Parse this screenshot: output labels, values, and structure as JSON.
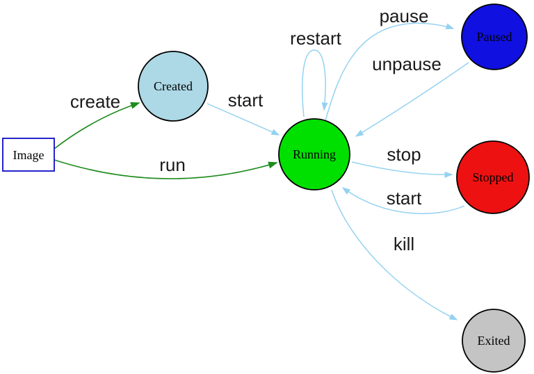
{
  "colors": {
    "background": "#ffffff",
    "state_edge": "#94d2f0",
    "command_edge": "#1e8c1e",
    "node_border": "#000000",
    "image_border": "#2323cc"
  },
  "nodes": {
    "image": {
      "label": "Image",
      "shape": "rectangle",
      "fill": "#ffffff",
      "border": "#2323cc"
    },
    "created": {
      "label": "Created",
      "shape": "circle",
      "fill": "#add8e6"
    },
    "running": {
      "label": "Running",
      "shape": "circle",
      "fill": "#00e000"
    },
    "paused": {
      "label": "Paused",
      "shape": "circle",
      "fill": "#1010e0"
    },
    "stopped": {
      "label": "Stopped",
      "shape": "circle",
      "fill": "#ee1111"
    },
    "exited": {
      "label": "Exited",
      "shape": "circle",
      "fill": "#c4c4c4"
    }
  },
  "edges": {
    "create": {
      "label": "create",
      "from": "Image",
      "to": "Created",
      "color": "#1e8c1e"
    },
    "run": {
      "label": "run",
      "from": "Image",
      "to": "Running",
      "color": "#1e8c1e"
    },
    "start_created": {
      "label": "start",
      "from": "Created",
      "to": "Running",
      "color": "#94d2f0"
    },
    "restart": {
      "label": "restart",
      "from": "Running",
      "to": "Running",
      "color": "#94d2f0"
    },
    "pause": {
      "label": "pause",
      "from": "Running",
      "to": "Paused",
      "color": "#94d2f0"
    },
    "unpause": {
      "label": "unpause",
      "from": "Paused",
      "to": "Running",
      "color": "#94d2f0"
    },
    "stop": {
      "label": "stop",
      "from": "Running",
      "to": "Stopped",
      "color": "#94d2f0"
    },
    "start_stopped": {
      "label": "start",
      "from": "Stopped",
      "to": "Running",
      "color": "#94d2f0"
    },
    "kill": {
      "label": "kill",
      "from": "Running",
      "to": "Exited",
      "color": "#94d2f0"
    }
  }
}
